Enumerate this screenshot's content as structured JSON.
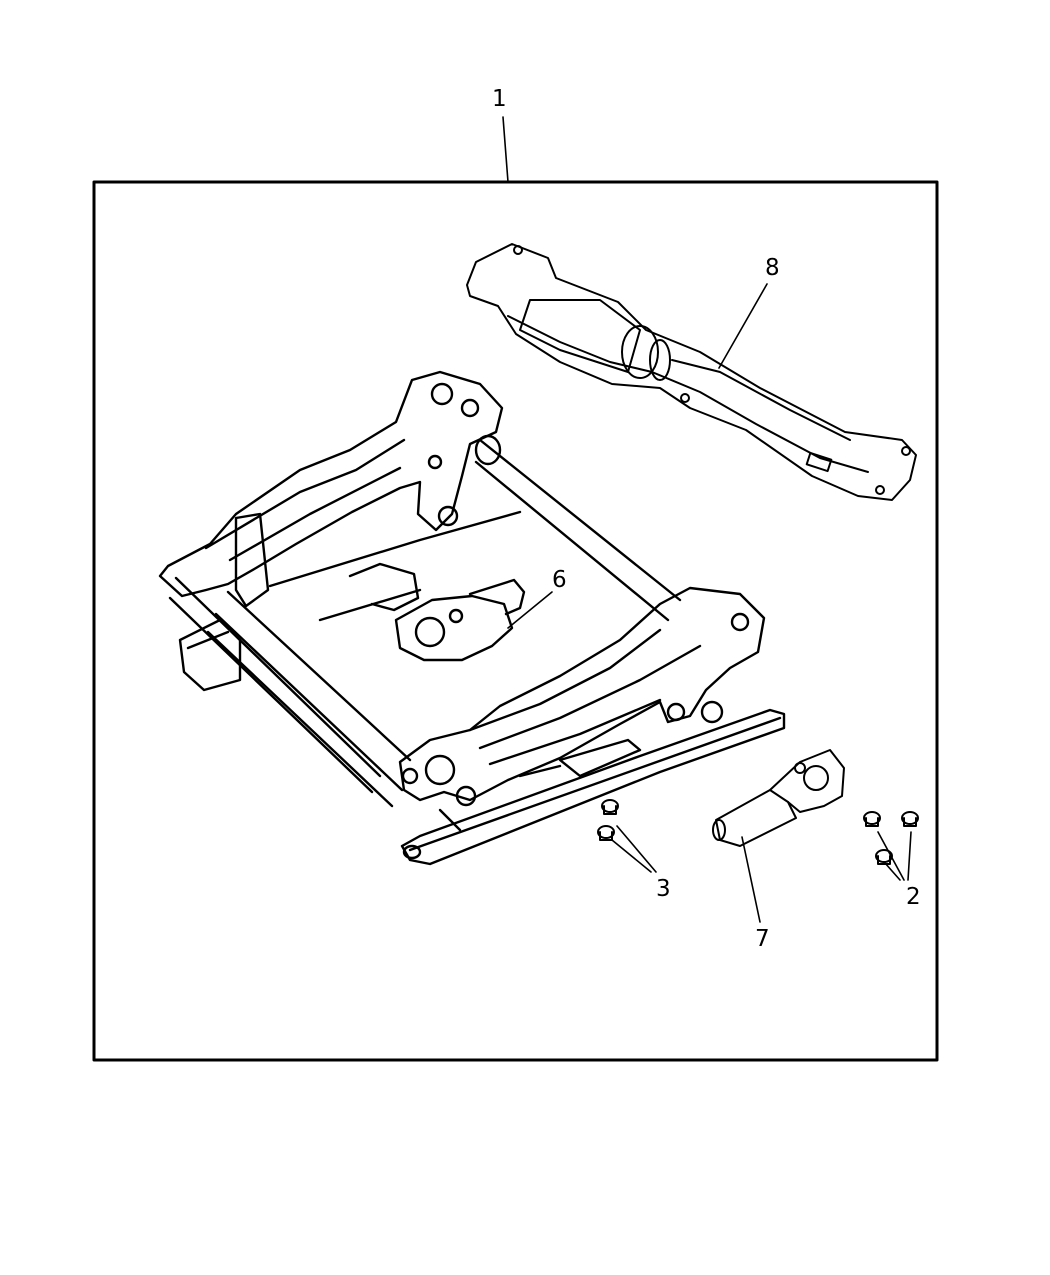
{
  "diagram": {
    "callouts": [
      {
        "id": "c1",
        "label": "1"
      },
      {
        "id": "c8",
        "label": "8"
      },
      {
        "id": "c6",
        "label": "6"
      },
      {
        "id": "c3",
        "label": "3"
      },
      {
        "id": "c7",
        "label": "7"
      },
      {
        "id": "c2",
        "label": "2"
      }
    ]
  },
  "colors": {
    "line": "#000000",
    "background": "#ffffff"
  }
}
